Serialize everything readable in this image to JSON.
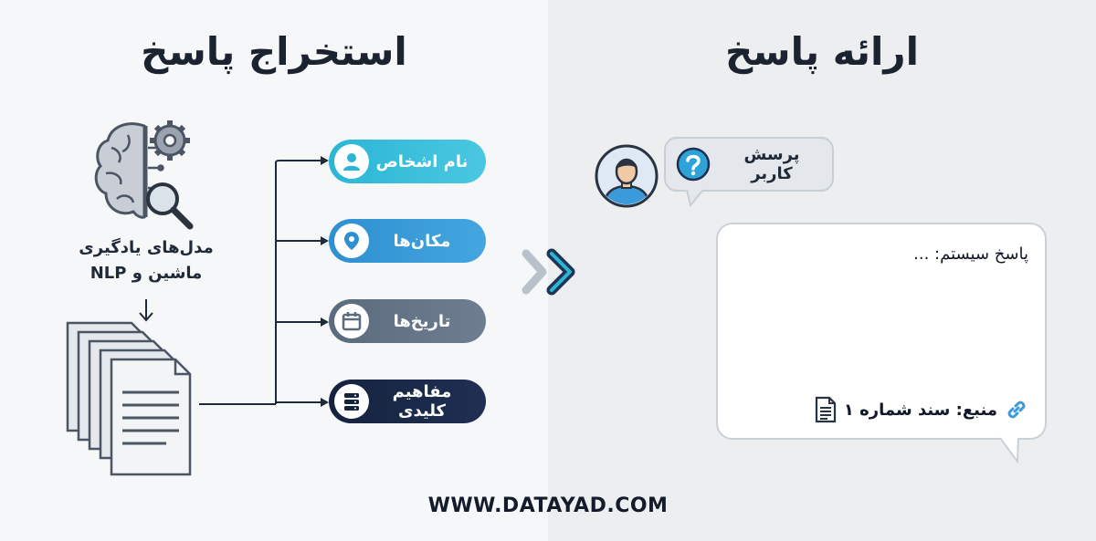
{
  "left": {
    "title": "استخراج پاسخ",
    "ml_label_line1": "مدل‌های یادگیری",
    "ml_label_line2": "ماشین و NLP",
    "categories": [
      {
        "label": "نام اشخاص",
        "icon": "person-icon",
        "color": "#2bb6d6"
      },
      {
        "label": "مکان‌ها",
        "icon": "location-pin-icon",
        "color": "#2f8fd0"
      },
      {
        "label": "تاریخ‌ها",
        "icon": "calendar-icon",
        "color": "#5b6b7e"
      },
      {
        "label": "مفاهیم کلیدی",
        "icon": "database-icon",
        "color": "#15233f"
      }
    ]
  },
  "right": {
    "title": "ارائه پاسخ",
    "question_label": "پرسش کاربر",
    "answer_text": "پاسخ سیستم: ...",
    "source_text": "منبع: سند شماره ۱"
  },
  "footer": "WWW.DATAYAD.COM"
}
